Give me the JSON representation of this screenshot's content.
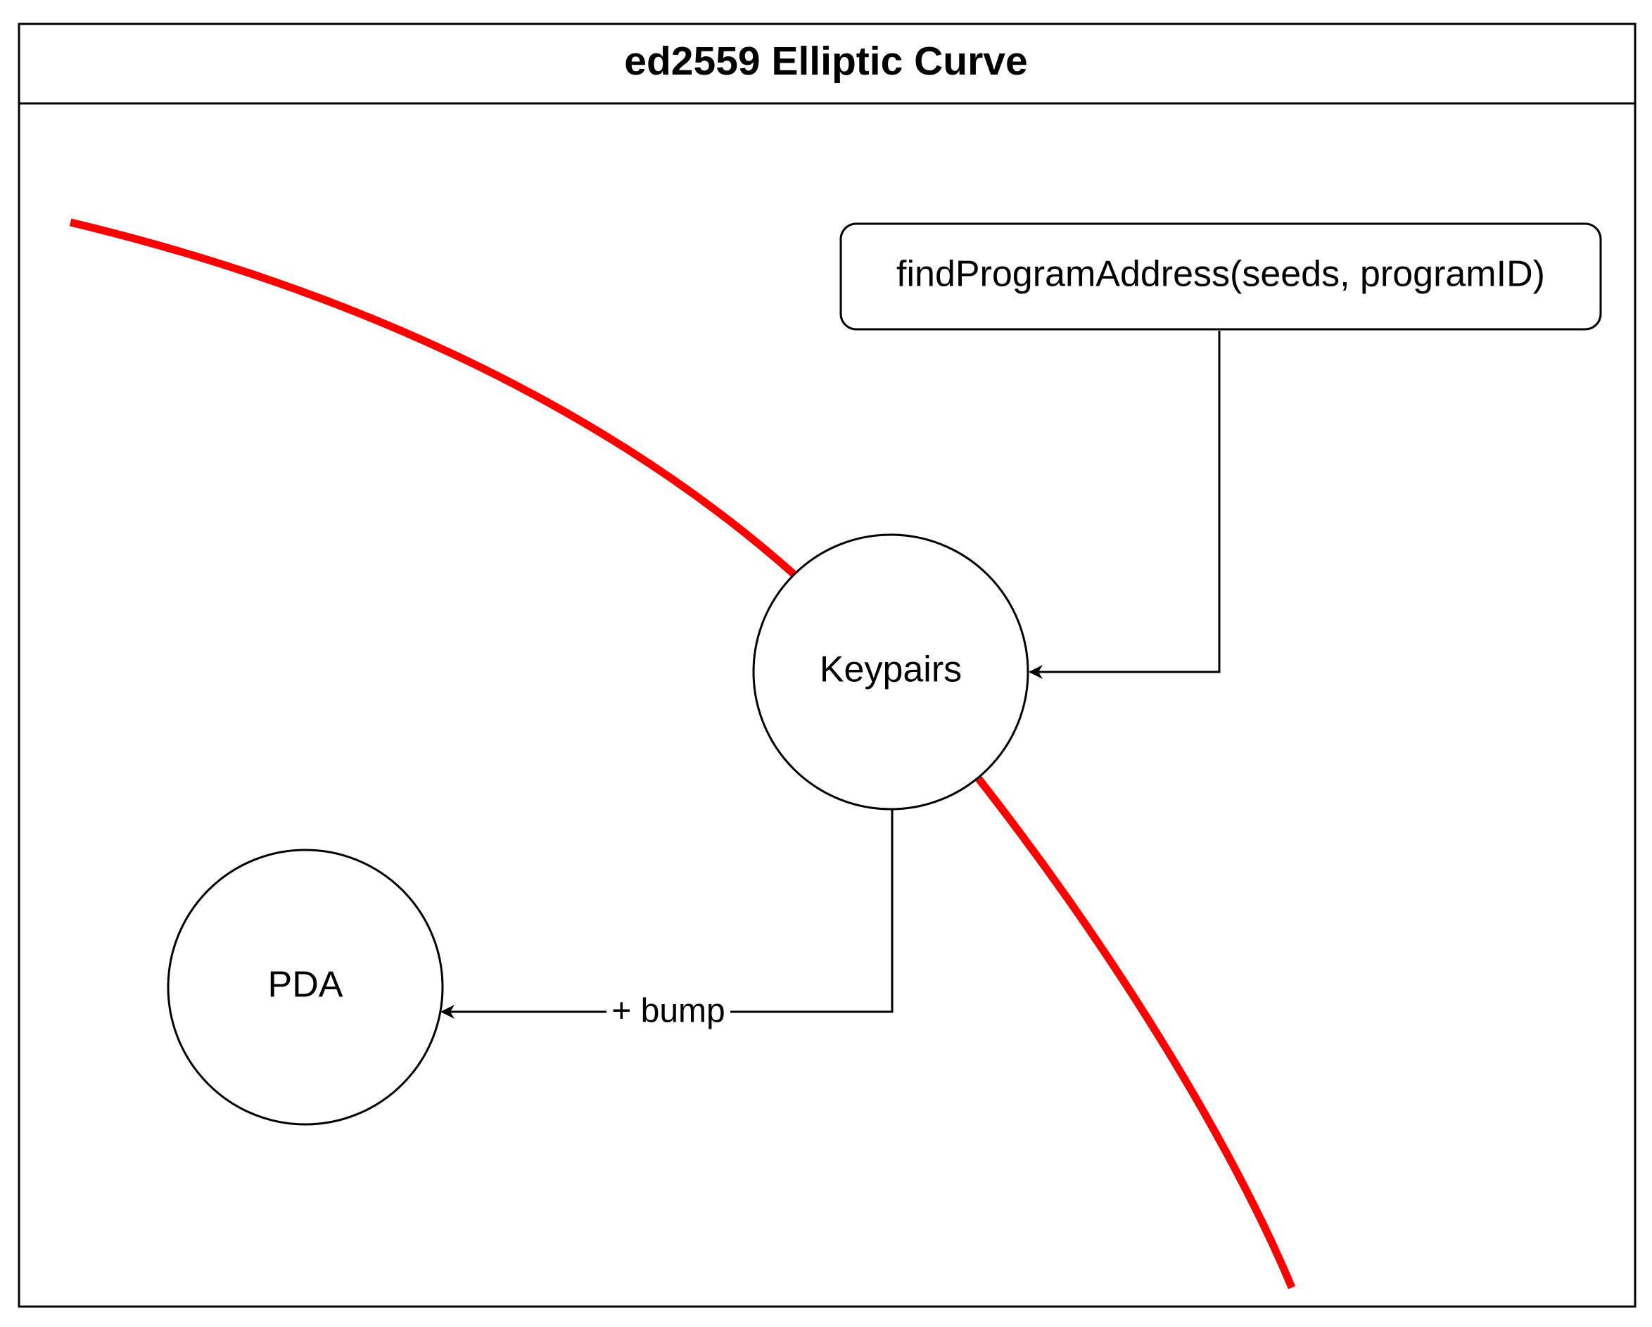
{
  "container": {
    "title": "ed2559 Elliptic Curve"
  },
  "nodes": {
    "function_box": {
      "label": "findProgramAddress(seeds, programID)"
    },
    "keypairs": {
      "label": "Keypairs"
    },
    "pda": {
      "label": "PDA"
    }
  },
  "edges": {
    "function_to_keypairs": {
      "label": ""
    },
    "keypairs_to_pda": {
      "label": "+ bump"
    }
  },
  "colors": {
    "curve": "#ff0000",
    "stroke": "#000000",
    "background": "#ffffff"
  }
}
